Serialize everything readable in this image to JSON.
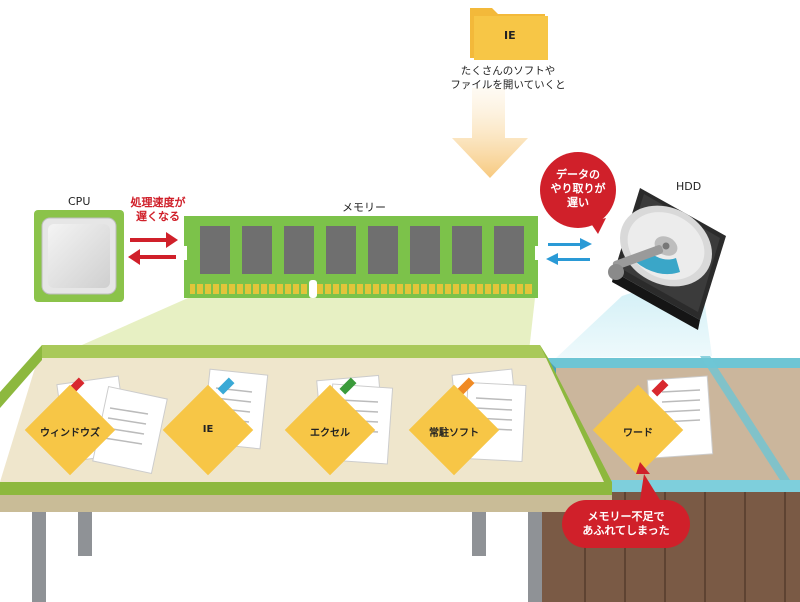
{
  "labels": {
    "cpu": "CPU",
    "memory": "メモリー",
    "hdd": "HDD",
    "ie_folder": "IE",
    "open_line1": "たくさんのソフトや",
    "open_line2": "ファイルを開いていくと",
    "slow_line1": "処理速度が",
    "slow_line2": "遅くなる",
    "data_line1": "データの",
    "data_line2": "やり取りが",
    "data_line3": "遅い",
    "overflow_line1": "メモリー不足で",
    "overflow_line2": "あふれてしまった"
  },
  "desk_items": [
    {
      "label": "ウィンドウズ",
      "tab_color": "#d8282e"
    },
    {
      "label": "IE",
      "tab_color": "#39a9d6"
    },
    {
      "label": "エクセル",
      "tab_color": "#3a9a3a"
    },
    {
      "label": "常駐ソフト",
      "tab_color": "#f08a24"
    }
  ],
  "overflow_item": {
    "label": "ワード",
    "tab_color": "#d8282e"
  },
  "colors": {
    "arrow_red": "#d0202a",
    "arrow_blue": "#2a9ad6",
    "note_yellow": "#f7c646",
    "memory_green": "#7cc24a",
    "desk_top": "#efe6cc",
    "bubble_red": "#d0202a"
  }
}
